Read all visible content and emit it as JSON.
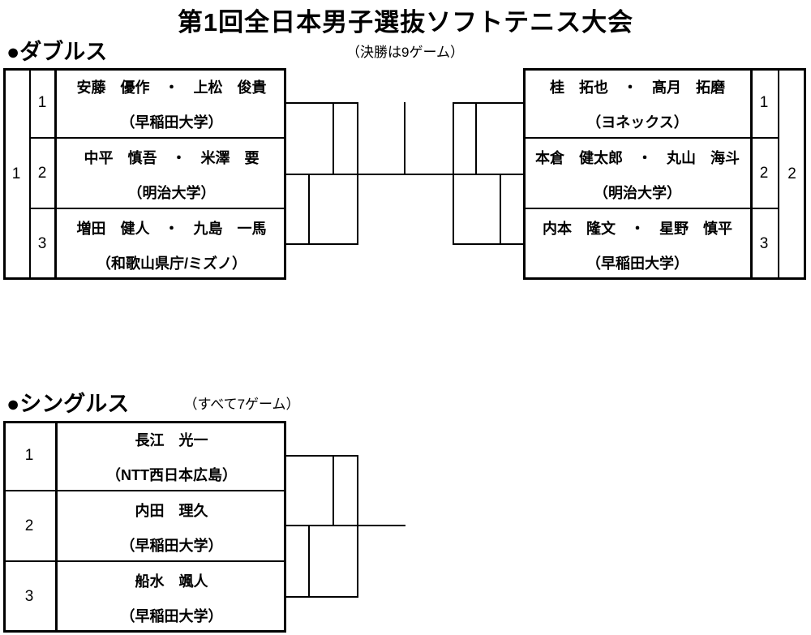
{
  "page": {
    "title": "第1回全日本男子選抜ソフトテニス大会"
  },
  "doubles": {
    "heading": "●ダブルス",
    "note": "（決勝は9ゲーム）",
    "left": {
      "seed": "1",
      "entries": [
        {
          "no": "1",
          "names": "安藤　優作　・　上松　俊貴",
          "team": "（早稲田大学）"
        },
        {
          "no": "2",
          "names": "中平　慎吾　・　米澤　要",
          "team": "（明治大学）"
        },
        {
          "no": "3",
          "names": "増田　健人　・　九島　一馬",
          "team": "（和歌山県庁/ミズノ）"
        }
      ]
    },
    "right": {
      "seed": "2",
      "entries": [
        {
          "no": "1",
          "names": "桂　拓也　・　髙月　拓磨",
          "team": "（ヨネックス）"
        },
        {
          "no": "2",
          "names": "本倉　健太郎　・　丸山　海斗",
          "team": "（明治大学）"
        },
        {
          "no": "3",
          "names": "内本　隆文　・　星野　慎平",
          "team": "（早稲田大学）"
        }
      ]
    }
  },
  "singles": {
    "heading": "●シングルス",
    "note": "（すべて7ゲーム）",
    "entries": [
      {
        "no": "1",
        "names": "長江　光一",
        "team": "（NTT西日本広島）"
      },
      {
        "no": "2",
        "names": "内田　理久",
        "team": "（早稲田大学）"
      },
      {
        "no": "3",
        "names": "船水　颯人",
        "team": "（早稲田大学）"
      }
    ]
  },
  "colors": {
    "line": "#000000",
    "text": "#000000",
    "background": "#ffffff"
  }
}
